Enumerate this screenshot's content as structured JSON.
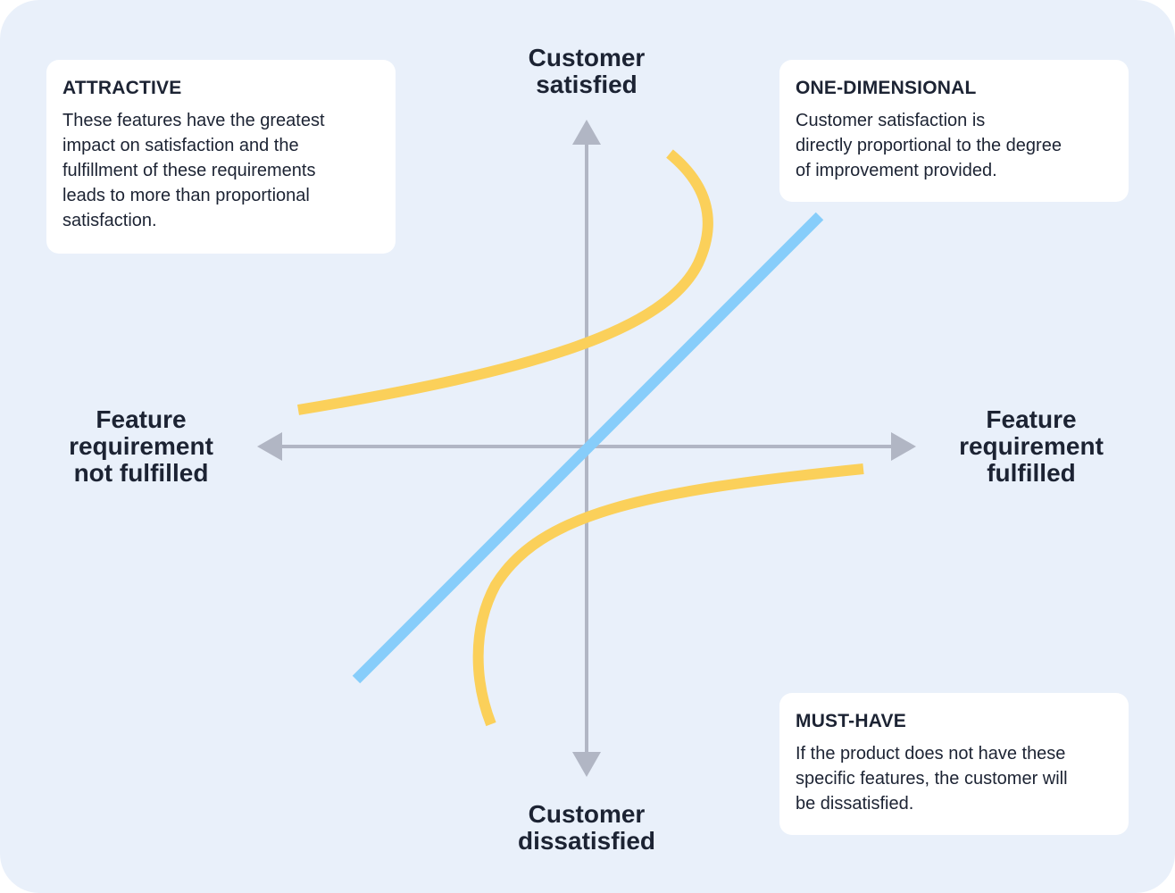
{
  "colors": {
    "background": "#e9f0fa",
    "card": "#ffffff",
    "text": "#1c2333",
    "axis": "#b1b6c4",
    "curve_yellow": "#fbd05a",
    "line_blue": "#87cdfa"
  },
  "axes": {
    "top": "Customer\nsatisfied",
    "bottom": "Customer\ndissatisfied",
    "left": "Feature\nrequirement\nnot fulfilled",
    "right": "Feature\nrequirement\nfulfilled"
  },
  "cards": {
    "attractive": {
      "title": "ATTRACTIVE",
      "body": "These features have the greatest\nimpact on satisfaction and the\nfulfillment of these requirements\nleads to more than proportional\nsatisfaction."
    },
    "one_dimensional": {
      "title": "ONE-DIMENSIONAL",
      "body": "Customer satisfaction is\ndirectly proportional to the degree\nof improvement provided."
    },
    "must_have": {
      "title": "MUST-HAVE",
      "body": "If the product does not have these\nspecific features, the customer will\nbe dissatisfied."
    }
  }
}
